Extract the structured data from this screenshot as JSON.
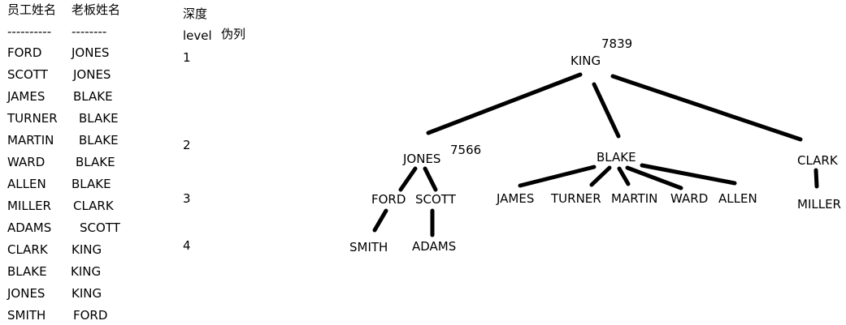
{
  "table": {
    "header_employee": "员工姓名",
    "header_boss": "老板姓名",
    "separator_employee": "----------",
    "separator_boss": "--------",
    "rows": [
      {
        "employee": "FORD",
        "boss": "JONES"
      },
      {
        "employee": "SCOTT",
        "boss": "JONES"
      },
      {
        "employee": "JAMES",
        "boss": "BLAKE"
      },
      {
        "employee": "TURNER",
        "boss": "BLAKE"
      },
      {
        "employee": "MARTIN",
        "boss": "BLAKE"
      },
      {
        "employee": "WARD",
        "boss": "BLAKE"
      },
      {
        "employee": "ALLEN",
        "boss": "BLAKE"
      },
      {
        "employee": "MILLER",
        "boss": "CLARK"
      },
      {
        "employee": "ADAMS",
        "boss": "SCOTT"
      },
      {
        "employee": "CLARK",
        "boss": "KING"
      },
      {
        "employee": "BLAKE",
        "boss": "KING"
      },
      {
        "employee": "JONES",
        "boss": "KING"
      },
      {
        "employee": "SMITH",
        "boss": "FORD"
      }
    ]
  },
  "levels": {
    "title": "深度",
    "level_label": "level",
    "pseudo_column_label": "伪列",
    "values": [
      "1",
      "2",
      "3",
      "4"
    ]
  },
  "tree": {
    "root": {
      "name": "KING",
      "number": "7839"
    },
    "jones": {
      "name": "JONES",
      "number": "7566"
    },
    "blake": {
      "name": "BLAKE"
    },
    "clark": {
      "name": "CLARK"
    },
    "ford": {
      "name": "FORD"
    },
    "scott": {
      "name": "SCOTT"
    },
    "james": {
      "name": "JAMES"
    },
    "turner": {
      "name": "TURNER"
    },
    "martin": {
      "name": "MARTIN"
    },
    "ward": {
      "name": "WARD"
    },
    "allen": {
      "name": "ALLEN"
    },
    "miller": {
      "name": "MILLER"
    },
    "smith": {
      "name": "SMITH"
    },
    "adams": {
      "name": "ADAMS"
    }
  },
  "colors": {
    "text": "#000000",
    "edge": "#000000",
    "background": "#ffffff"
  }
}
